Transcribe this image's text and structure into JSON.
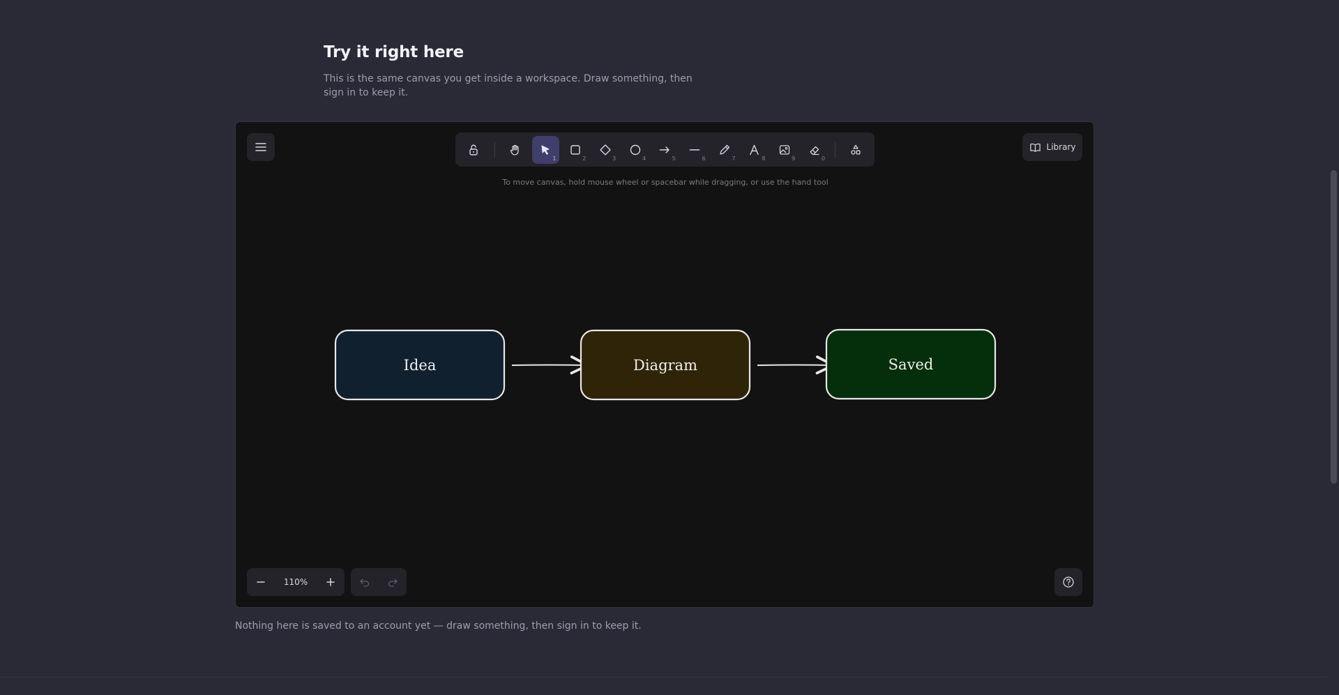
{
  "section": {
    "title": "Try it right here",
    "description": "This is the same canvas you get inside a workspace. Draw something, then sign in to keep it."
  },
  "toolbar": {
    "tools": [
      {
        "name": "lock",
        "key": ""
      },
      {
        "name": "hand",
        "key": ""
      },
      {
        "name": "selection",
        "key": "1",
        "active": true
      },
      {
        "name": "rectangle",
        "key": "2"
      },
      {
        "name": "diamond",
        "key": "3"
      },
      {
        "name": "ellipse",
        "key": "4"
      },
      {
        "name": "arrow",
        "key": "5"
      },
      {
        "name": "line",
        "key": "6"
      },
      {
        "name": "draw",
        "key": "7"
      },
      {
        "name": "text",
        "key": "8"
      },
      {
        "name": "image",
        "key": "9"
      },
      {
        "name": "eraser",
        "key": "0"
      },
      {
        "name": "extra-tools",
        "key": ""
      }
    ],
    "hint": "To move canvas, hold mouse wheel or spacebar while dragging, or use the hand tool"
  },
  "library": {
    "label": "Library"
  },
  "zoom": {
    "level": "110%"
  },
  "diagram": {
    "nodes": [
      {
        "label": "Idea",
        "fill": "#11202e"
      },
      {
        "label": "Diagram",
        "fill": "#2f2408"
      },
      {
        "label": "Saved",
        "fill": "#052f0a"
      }
    ],
    "stroke": "#e8e8e8"
  },
  "note": "Nothing here is saved to an account yet — draw something, then sign in to keep it.",
  "colors": {
    "page_bg": "#2a2a36",
    "canvas_bg": "#121212",
    "panel_bg": "#232329",
    "active_tool": "#403e6a"
  }
}
